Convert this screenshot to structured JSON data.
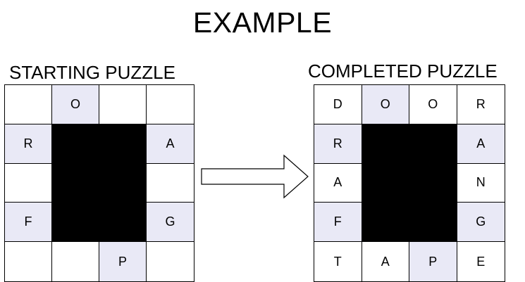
{
  "title": "EXAMPLE",
  "starting_puzzle": {
    "label": "STARTING PUZZLE",
    "rows": [
      [
        "",
        "O",
        "",
        ""
      ],
      [
        "R",
        "#",
        "#",
        "A"
      ],
      [
        "",
        "#",
        "#",
        ""
      ],
      [
        "F",
        "#",
        "#",
        "G"
      ],
      [
        "",
        "",
        "P",
        ""
      ]
    ]
  },
  "completed_puzzle": {
    "label": "COMPLETED PUZZLE",
    "rows": [
      [
        "D",
        "O",
        "O",
        "R"
      ],
      [
        "R",
        "#",
        "#",
        "A"
      ],
      [
        "A",
        "#",
        "#",
        "N"
      ],
      [
        "F",
        "#",
        "#",
        "G"
      ],
      [
        "T",
        "A",
        "P",
        "E"
      ]
    ]
  },
  "shaded_cells": [
    [
      0,
      1
    ],
    [
      1,
      0
    ],
    [
      1,
      3
    ],
    [
      3,
      0
    ],
    [
      3,
      3
    ],
    [
      4,
      2
    ]
  ],
  "colors": {
    "shaded": "#e9e9f6",
    "blocked": "#000000",
    "grid_line": "#000000"
  }
}
